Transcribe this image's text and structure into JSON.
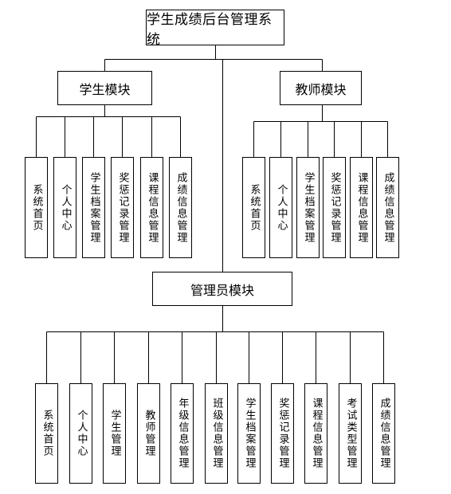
{
  "title": "学生成绩后台管理系统",
  "modules": [
    {
      "label": "学生模块",
      "children": [
        "系统首页",
        "个人中心",
        "学生档案管理",
        "奖惩记录管理",
        "课程信息管理",
        "成绩信息管理"
      ]
    },
    {
      "label": "教师模块",
      "children": [
        "系统首页",
        "个人中心",
        "学生档案管理",
        "奖惩记录管理",
        "课程信息管理",
        "成绩信息管理"
      ]
    },
    {
      "label": "管理员模块",
      "children": [
        "系统首页",
        "个人中心",
        "学生管理",
        "教师管理",
        "年级信息管理",
        "班级信息管理",
        "学生档案管理",
        "奖惩记录管理",
        "课程信息管理",
        "考试类型管理",
        "成绩信息管理"
      ]
    }
  ]
}
